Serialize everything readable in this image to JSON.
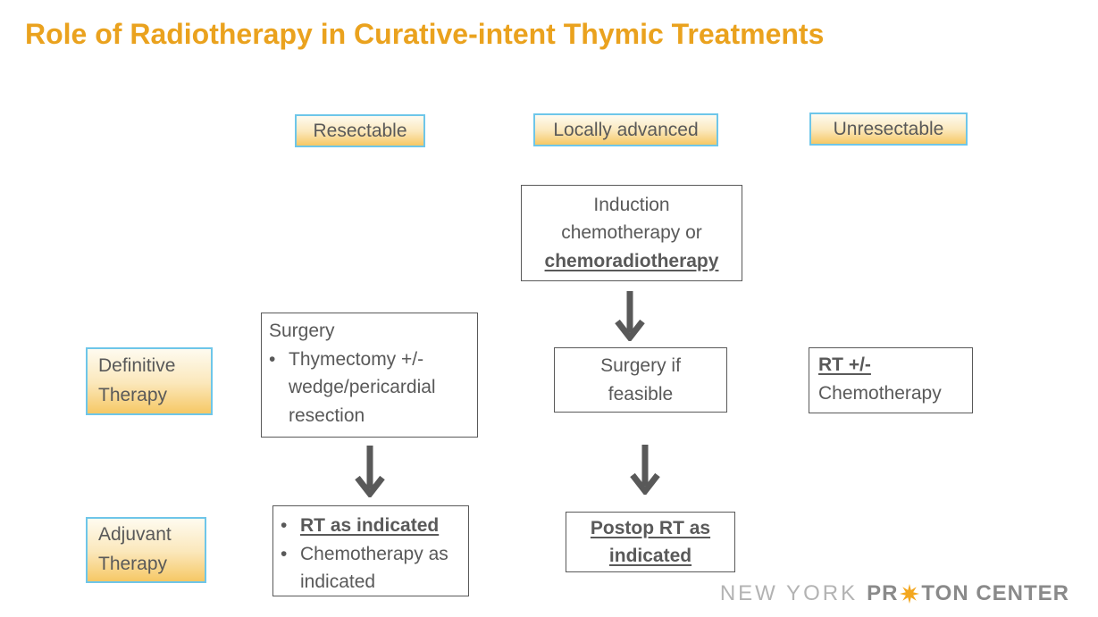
{
  "title": "Role of Radiotherapy in Curative-intent Thymic Treatments",
  "columns": {
    "resectable": "Resectable",
    "locally_advanced": "Locally advanced",
    "unresectable": "Unresectable"
  },
  "row_labels": {
    "definitive": "Definitive Therapy",
    "adjuvant": "Adjuvant Therapy"
  },
  "boxes": {
    "induction": {
      "line1": "Induction",
      "line2": "chemotherapy or",
      "line3_emphasis": "chemoradiotherapy"
    },
    "surgery": {
      "heading": "Surgery",
      "bullet": "Thymectomy +/- wedge/pericardial resection"
    },
    "surgery_if_feasible": {
      "text": "Surgery if feasible"
    },
    "rt_chemo": {
      "line1_emphasis": "RT +/-",
      "line2": "Chemotherapy"
    },
    "adjuvant_rt": {
      "bullet1_emphasis": "RT as indicated",
      "bullet2": "Chemotherapy as indicated"
    },
    "postop_rt": {
      "text_emphasis": "Postop RT as indicated"
    }
  },
  "glyphs": {
    "bullet": "•"
  },
  "logo": {
    "light": "NEW YORK",
    "bold_before": "PR",
    "bold_after": "TON CENTER",
    "star_icon": "starburst-icon"
  },
  "colors": {
    "title": "#EAA21E",
    "body_text": "#595959",
    "flow_box_border": "#595959",
    "label_box_border": "#6EC6E9",
    "label_gradient_top": "#FEFBF0",
    "label_gradient_bottom": "#F6C865",
    "arrow": "#595959",
    "logo_light": "#B3B3B3",
    "logo_dark": "#8A8A8A",
    "logo_star": "#F3A71F"
  }
}
